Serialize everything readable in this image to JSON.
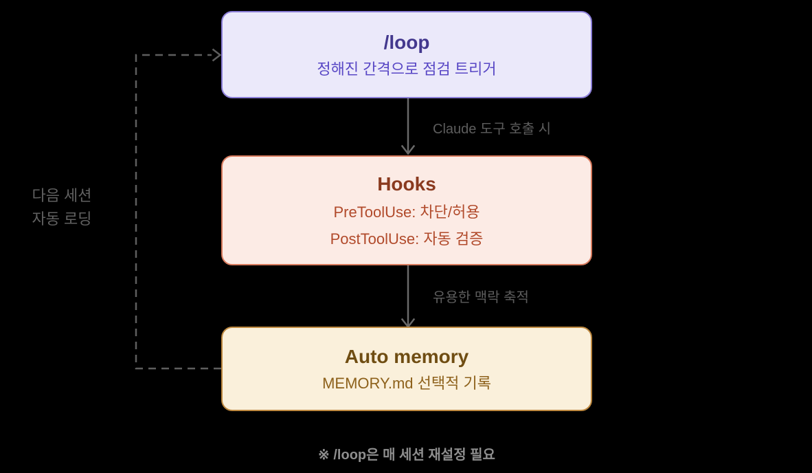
{
  "diagram": {
    "background": "#000000",
    "boxes": [
      {
        "id": "loop",
        "title": "/loop",
        "lines": [
          "정해진 간격으로 점검 트리거"
        ],
        "fill": "#ebe9fa",
        "border_color": "#8b7ed8",
        "title_color": "#43388e",
        "text_color": "#5847c5"
      },
      {
        "id": "hooks",
        "title": "Hooks",
        "lines": [
          "PreToolUse: 차단/허용",
          "PostToolUse: 자동 검증"
        ],
        "fill": "#fcebe5",
        "border_color": "#d87b5e",
        "title_color": "#8a3a1f",
        "text_color": "#b14a2b"
      },
      {
        "id": "auto_memory",
        "title": "Auto memory",
        "lines": [
          "MEMORY.md 선택적 기록"
        ],
        "fill": "#faf0db",
        "border_color": "#bd883f",
        "title_color": "#6f4d12",
        "text_color": "#8d611b"
      }
    ],
    "arrows": [
      {
        "from": "loop",
        "to": "hooks",
        "style": "solid",
        "label": "Claude 도구 호출 시"
      },
      {
        "from": "hooks",
        "to": "auto_memory",
        "style": "solid",
        "label": "유용한 맥락 축적"
      },
      {
        "from": "auto_memory",
        "to": "loop",
        "style": "dashed",
        "label_line1": "다음 세션",
        "label_line2": "자동 로딩"
      }
    ],
    "footnote": "※ /loop은 매 세션 재설정 필요",
    "arrow_color": "#6a6a6a",
    "dashed_arrow_color": "#5e5e5e",
    "label_color": "#5d5d5d",
    "footnote_color": "#8e8e8e"
  }
}
